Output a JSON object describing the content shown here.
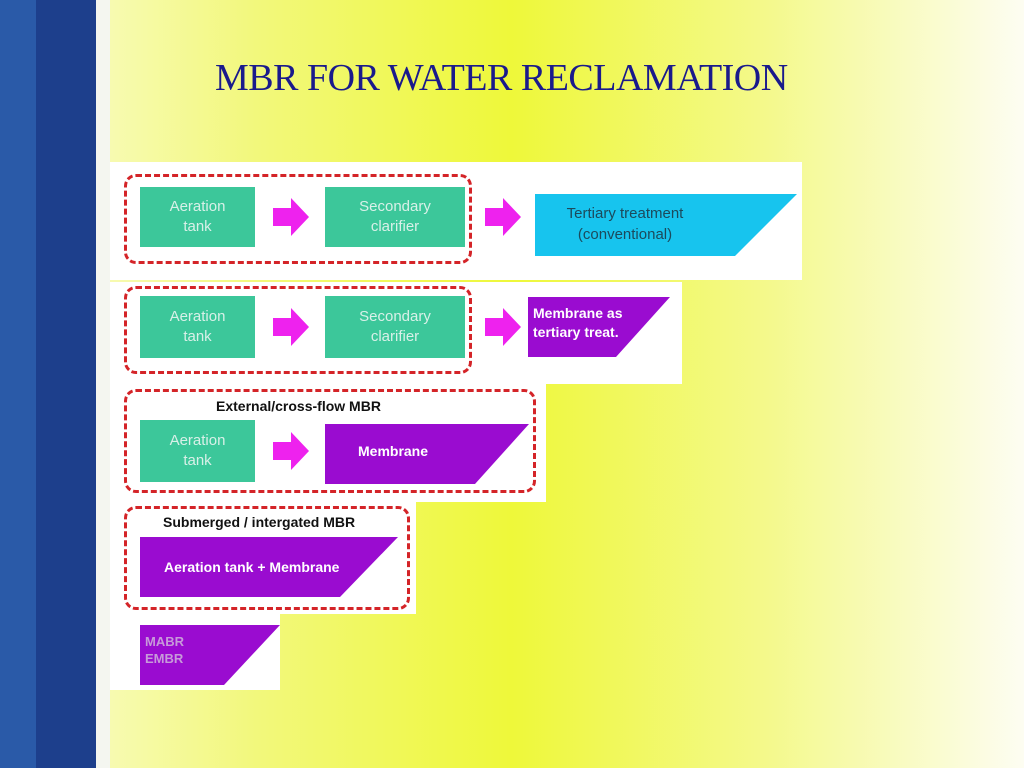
{
  "title": "MBR FOR WATER RECLAMATION",
  "rows": [
    {
      "boxes": [
        "Aeration\ntank",
        "Secondary\nclarifier"
      ],
      "end": "Tertiary treatment\n(conventional)"
    },
    {
      "boxes": [
        "Aeration\ntank",
        "Secondary\nclarifier"
      ],
      "end": "Membrane as\ntertiary treat."
    },
    {
      "label": "External/cross-flow MBR",
      "boxes": [
        "Aeration\ntank"
      ],
      "end": "Membrane"
    },
    {
      "label": "Submerged / intergated MBR",
      "end": "Aeration tank + Membrane"
    },
    {
      "end": "MABR\nEMBR"
    }
  ],
  "colors": {
    "green_box": "#3cc79a",
    "cyan_shape": "#17c4ee",
    "purple_shape": "#9a0cd0",
    "arrow": "#ee22ee",
    "dash_border": "#d42428",
    "title": "#1a1a8c"
  }
}
